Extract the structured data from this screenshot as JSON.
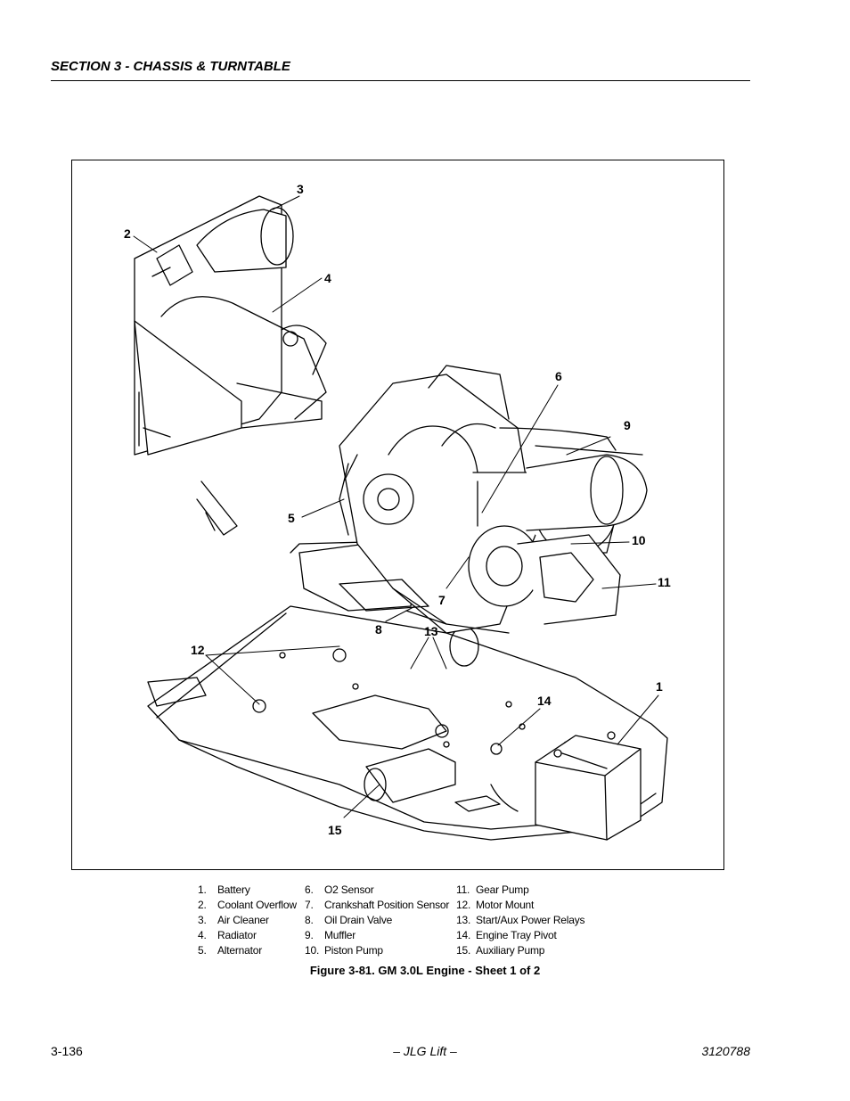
{
  "header": {
    "section_title": "SECTION 3 - CHASSIS & TURNTABLE"
  },
  "callouts": [
    "1",
    "2",
    "3",
    "4",
    "5",
    "6",
    "7",
    "8",
    "9",
    "10",
    "11",
    "12",
    "13",
    "14",
    "15"
  ],
  "legend": {
    "col1": [
      {
        "num": "1.",
        "label": "Battery"
      },
      {
        "num": "2.",
        "label": "Coolant Overflow"
      },
      {
        "num": "3.",
        "label": "Air Cleaner"
      },
      {
        "num": "4.",
        "label": "Radiator"
      },
      {
        "num": "5.",
        "label": "Alternator"
      }
    ],
    "col2": [
      {
        "num": "6.",
        "label": "O2 Sensor"
      },
      {
        "num": "7.",
        "label": "Crankshaft Position Sensor"
      },
      {
        "num": "8.",
        "label": "Oil Drain Valve"
      },
      {
        "num": "9.",
        "label": "Muffler"
      },
      {
        "num": "10.",
        "label": "Piston Pump"
      }
    ],
    "col3": [
      {
        "num": "11.",
        "label": "Gear Pump"
      },
      {
        "num": "12.",
        "label": "Motor Mount"
      },
      {
        "num": "13.",
        "label": "Start/Aux Power Relays"
      },
      {
        "num": "14.",
        "label": "Engine Tray Pivot"
      },
      {
        "num": "15.",
        "label": "Auxiliary Pump"
      }
    ]
  },
  "caption": "Figure 3-81.  GM 3.0L Engine - Sheet 1 of 2",
  "footer": {
    "page_number": "3-136",
    "publisher": "– JLG Lift –",
    "doc_number": "3120788"
  }
}
